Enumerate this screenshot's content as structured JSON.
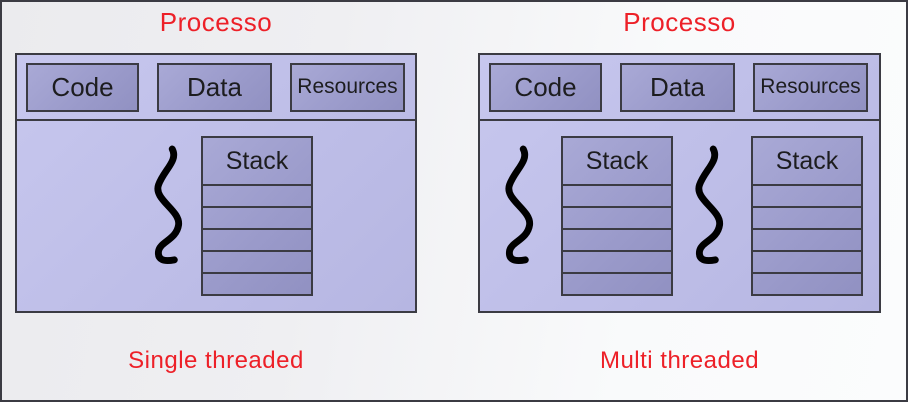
{
  "colors": {
    "accent_red": "#ed2028",
    "panel_fill": "#bfbfe8",
    "box_fill": "#9c9ccb",
    "border": "#3b3b43",
    "text": "#1d1d1f",
    "background": "#eef0f3",
    "thread_color": "#000000"
  },
  "panels": [
    {
      "title": "Processo",
      "caption": "Single threaded",
      "boxes": {
        "code": "Code",
        "data": "Data",
        "resources": "Resources"
      },
      "stacks": [
        {
          "label": "Stack",
          "rows": 5
        }
      ],
      "thread_count": 1
    },
    {
      "title": "Processo",
      "caption": "Multi threaded",
      "boxes": {
        "code": "Code",
        "data": "Data",
        "resources": "Resources"
      },
      "stacks": [
        {
          "label": "Stack",
          "rows": 5
        },
        {
          "label": "Stack",
          "rows": 5
        }
      ],
      "thread_count": 2
    }
  ]
}
